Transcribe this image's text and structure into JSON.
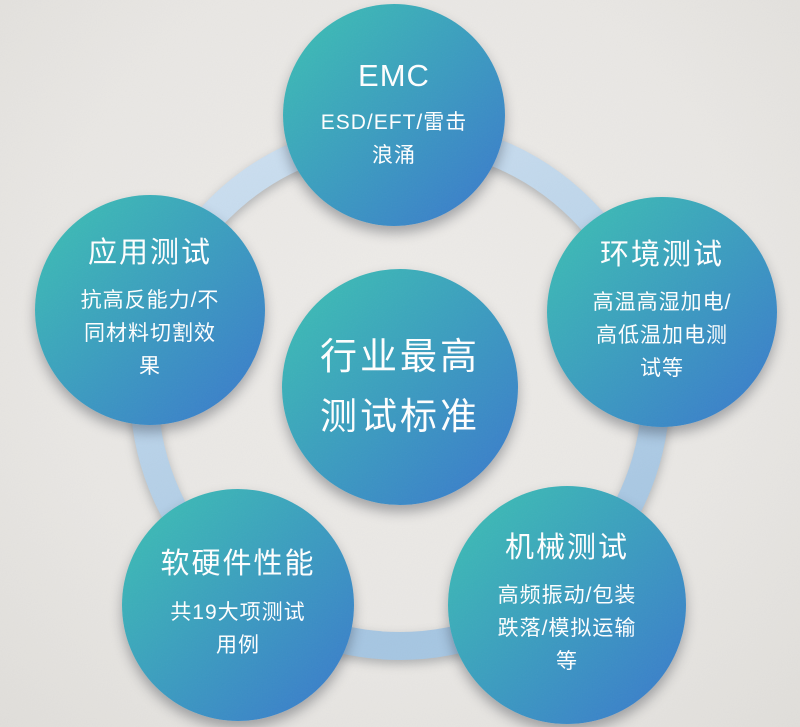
{
  "diagram": {
    "center": {
      "title": "行业最高\n测试标准"
    },
    "nodes": [
      {
        "id": "emc",
        "title": "EMC",
        "subtitle": "ESD/EFT/雷击\n浪涌"
      },
      {
        "id": "application-test",
        "title": "应用测试",
        "subtitle": "抗高反能力/不\n同材料切割效\n果"
      },
      {
        "id": "environment-test",
        "title": "环境测试",
        "subtitle": "高温高湿加电/\n高低温加电测\n试等"
      },
      {
        "id": "software-hardware",
        "title": "软硬件性能",
        "subtitle": "共19大项测试\n用例"
      },
      {
        "id": "mechanical-test",
        "title": "机械测试",
        "subtitle": "高频振动/包装\n跌落/模拟运输\n等"
      }
    ]
  },
  "colors": {
    "background": "#e9e7e4",
    "bubble_grad_start": "#3cc2b2",
    "bubble_grad_end": "#3a77cd",
    "ring_light": "#cfe1f1",
    "ring_dark": "#a6c6e2",
    "text": "#ffffff"
  }
}
